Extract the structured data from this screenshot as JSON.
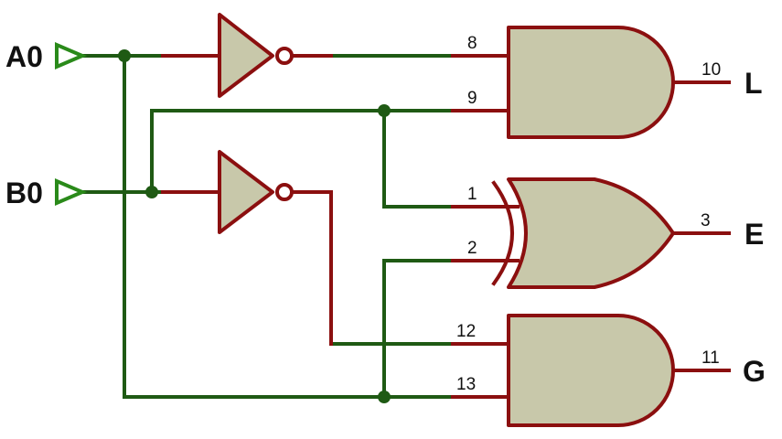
{
  "diagram": {
    "inputs": [
      {
        "id": "A0",
        "label": "A0"
      },
      {
        "id": "B0",
        "label": "B0"
      }
    ],
    "outputs": [
      {
        "id": "L",
        "label": "L",
        "pin": "10"
      },
      {
        "id": "E",
        "label": "E",
        "pin": "3"
      },
      {
        "id": "G",
        "label": "G",
        "pin": "11"
      }
    ],
    "gates": [
      {
        "id": "not-a",
        "type": "NOT"
      },
      {
        "id": "not-b",
        "type": "NOT"
      },
      {
        "id": "and-l",
        "type": "AND",
        "pins": [
          "8",
          "9"
        ],
        "out_pin": "10"
      },
      {
        "id": "xnor-e",
        "type": "XNOR",
        "pins": [
          "1",
          "2"
        ],
        "out_pin": "3"
      },
      {
        "id": "and-g",
        "type": "AND",
        "pins": [
          "12",
          "13"
        ],
        "out_pin": "11"
      }
    ],
    "colors": {
      "wire_net": "#1f5a14",
      "wire_gate": "#8b0f0f",
      "gate_fill": "#c8c8aa",
      "input_marker": "#2a8a1a"
    }
  }
}
